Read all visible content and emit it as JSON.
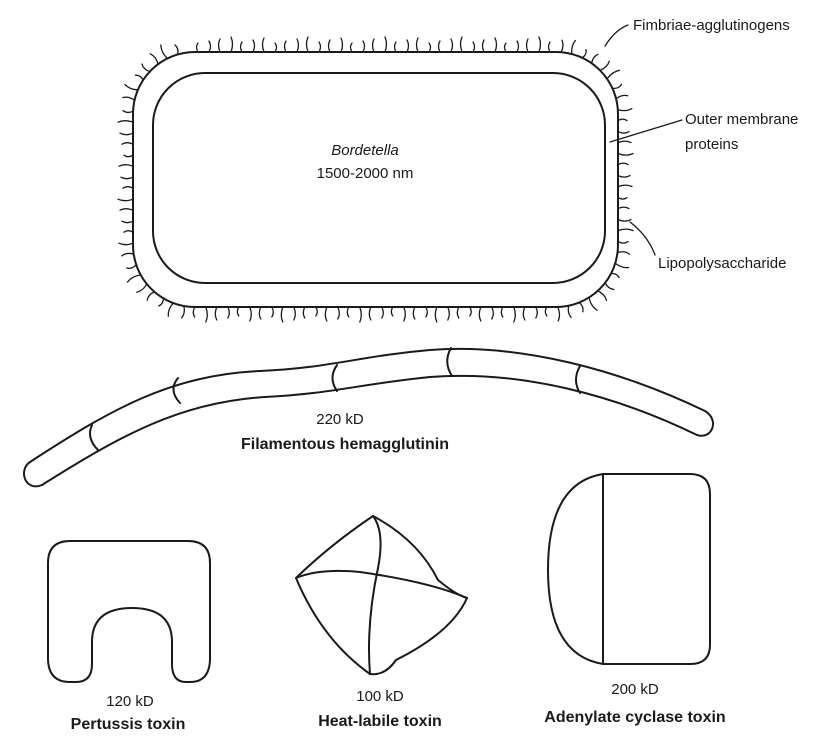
{
  "bacterium": {
    "name": "Bordetella",
    "size": "1500-2000 nm"
  },
  "callouts": {
    "fimbriae": "Fimbriae-agglutinogens",
    "outer_membrane_line1": "Outer membrane",
    "outer_membrane_line2": "proteins",
    "lps": "Lipopolysaccharide"
  },
  "filamentous": {
    "weight": "220 kD",
    "name": "Filamentous hemagglutinin"
  },
  "toxins": [
    {
      "weight": "120 kD",
      "name": "Pertussis toxin"
    },
    {
      "weight": "100 kD",
      "name": "Heat-labile toxin"
    },
    {
      "weight": "200 kD",
      "name": "Adenylate cyclase toxin"
    }
  ]
}
